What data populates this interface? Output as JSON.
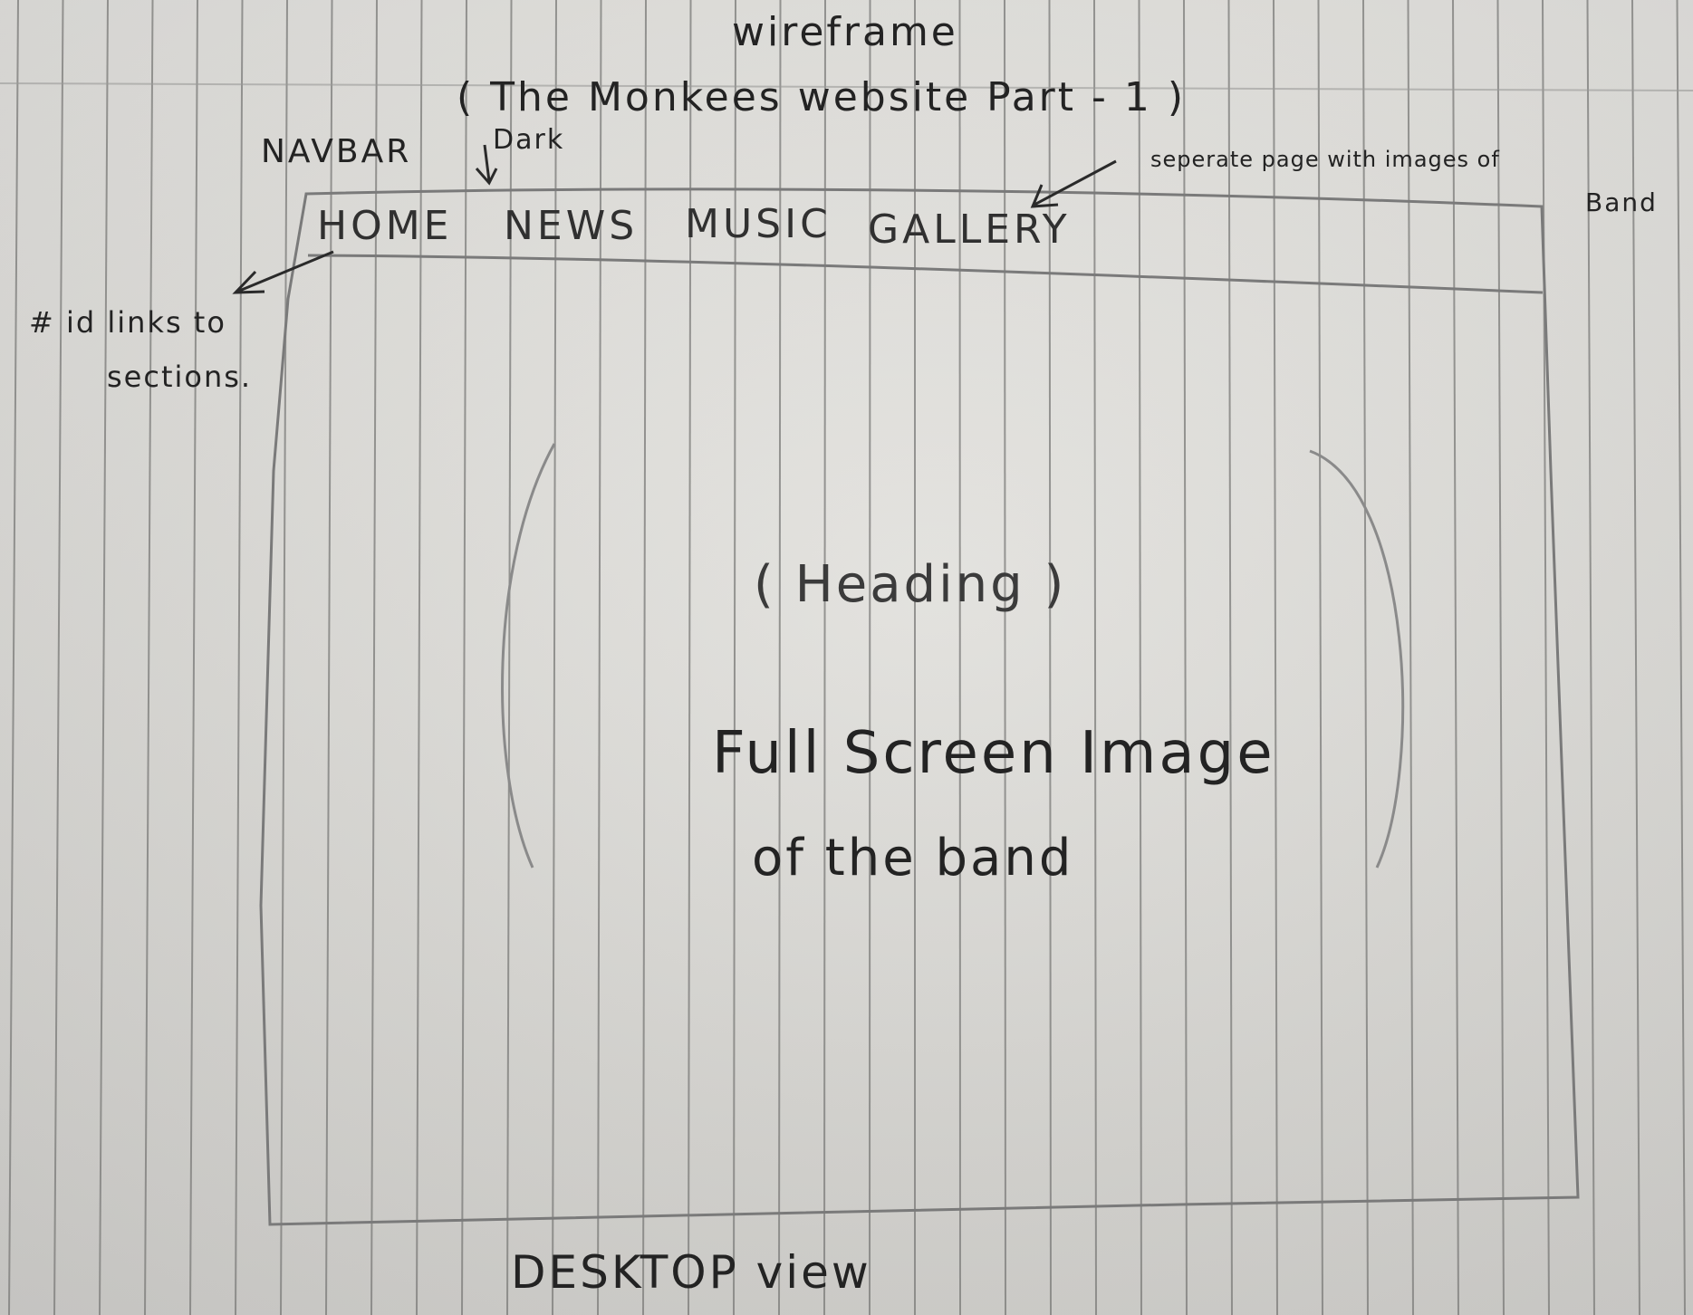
{
  "title": "wireframe",
  "subtitle": "( The Monkees website Part - 1 )",
  "annotations": {
    "navbar": "NAVBAR",
    "dark": "Dark",
    "id_links_line1": "# id links to",
    "id_links_line2": "sections.",
    "gallery_note_line1": "seperate page with images of",
    "gallery_note_line2": "Band"
  },
  "navbar": {
    "items": [
      {
        "label": "HOME"
      },
      {
        "label": "NEWS"
      },
      {
        "label": "MUSIC"
      },
      {
        "label": "GALLERY"
      }
    ]
  },
  "hero": {
    "heading": "( Heading )",
    "line1": "Full Screen Image",
    "line2": "of the band"
  },
  "footer": {
    "caption": "DESKTOP view"
  },
  "colors": {
    "paper": "#dcdbd7",
    "ink": "#232323",
    "pencil": "#6e6e6e",
    "rule_line": "#7a7a78"
  }
}
